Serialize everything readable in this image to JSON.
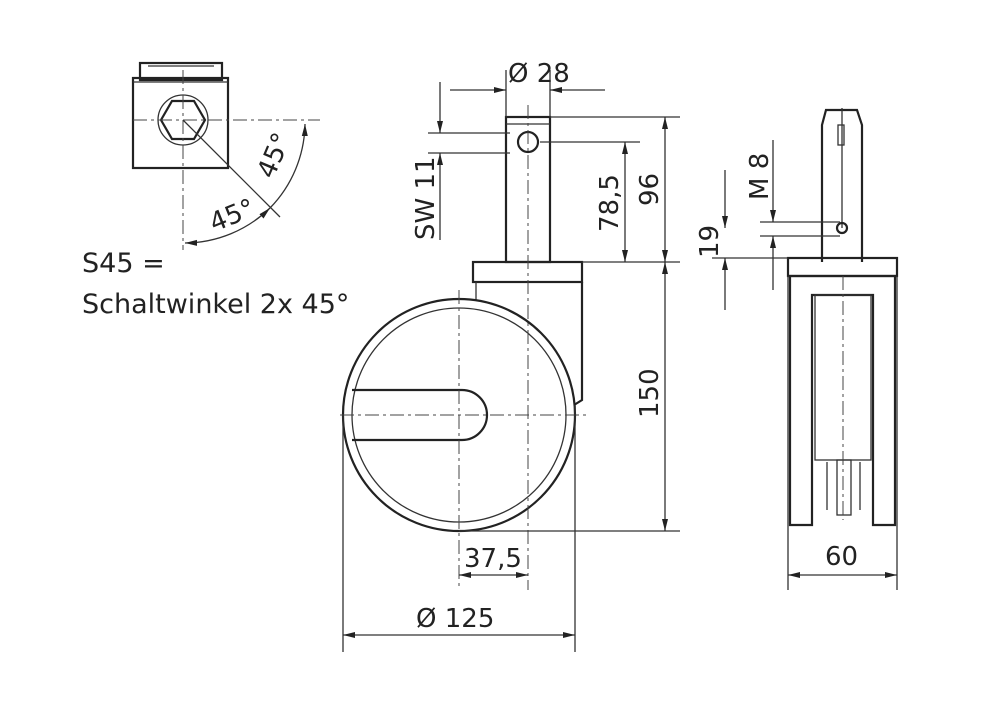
{
  "legend": {
    "code": "S45 =",
    "description": "Schaltwinkel 2x 45°",
    "angle_1": "45°",
    "angle_2": "45°"
  },
  "dimensions": {
    "stem_diameter": "Ø 28",
    "wrench_size": "SW 11",
    "pin_height": "78,5",
    "stem_height": "96",
    "total_height": "150",
    "offset": "37,5",
    "wheel_diameter": "Ø 125",
    "thread": "M 8",
    "thread_height": "19",
    "width": "60"
  }
}
